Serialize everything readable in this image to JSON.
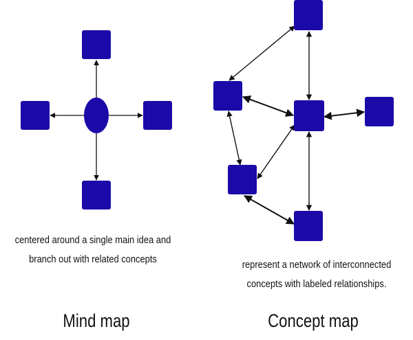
{
  "colors": {
    "node": "#1c0aa8",
    "edge": "#111111",
    "text": "#111111"
  },
  "mind_map": {
    "caption_line1": "centered around a single main idea and",
    "caption_line2": "branch out with related concepts",
    "title": "Mind map"
  },
  "concept_map": {
    "caption_line1": "represent a network of interconnected",
    "caption_line2": "concepts with labeled relationships.",
    "title": "Concept map"
  }
}
